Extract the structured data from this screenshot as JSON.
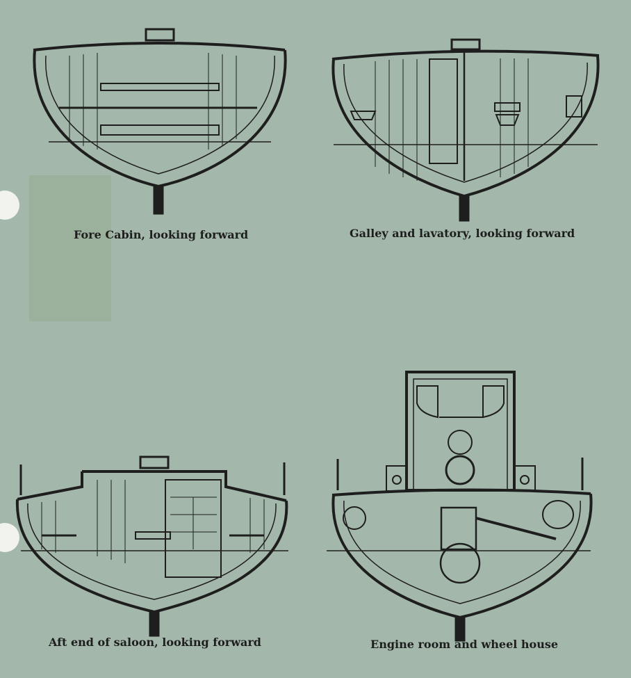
{
  "captions": {
    "fore_cabin": "Fore Cabin, looking forward",
    "galley": "Galley and lavatory, looking forward",
    "saloon": "Aft end of saloon, looking forward",
    "engine": "Engine room and wheel house"
  },
  "colors": {
    "paper": "#a3b8ab",
    "ink": "#1e1e1e"
  }
}
